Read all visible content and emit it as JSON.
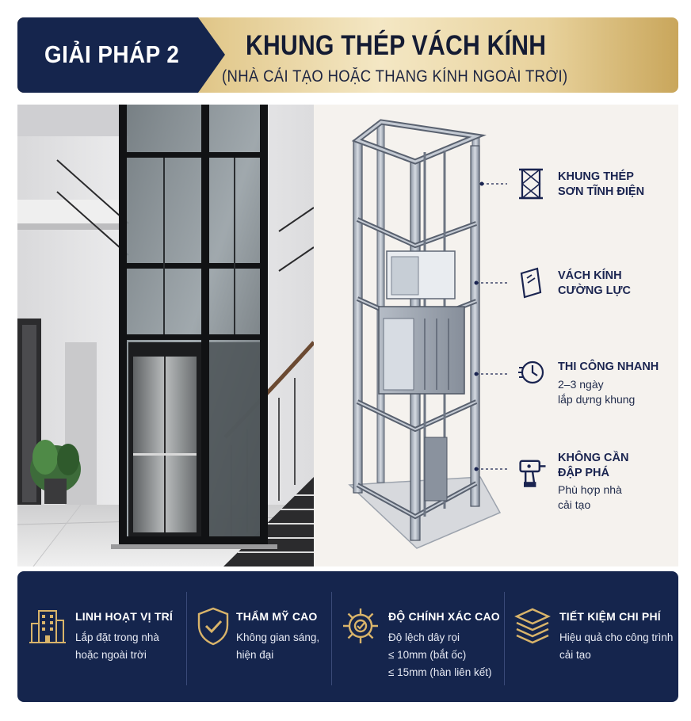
{
  "header": {
    "badge": "GIẢI PHÁP 2",
    "title": "KHUNG THÉP VÁCH KÍNH",
    "subtitle": "(NHÀ CẢI TẠO HOẶC THANG KÍNH NGOÀI TRỜI)",
    "colors": {
      "navy": "#15254d",
      "gold": "#e2c98d"
    }
  },
  "features": [
    {
      "icon": "steel-frame-icon",
      "title": [
        "KHUNG THÉP",
        "SƠN TĨNH ĐIỆN"
      ],
      "desc": []
    },
    {
      "icon": "glass-panel-icon",
      "title": [
        "VÁCH KÍNH",
        "CƯỜNG LỰC"
      ],
      "desc": []
    },
    {
      "icon": "clock-icon",
      "title": [
        "THI CÔNG NHANH"
      ],
      "desc": [
        "2–3 ngày",
        "lắp dựng khung"
      ]
    },
    {
      "icon": "drill-icon",
      "title": [
        "KHÔNG CẦN",
        "ĐẬP PHÁ"
      ],
      "desc": [
        "Phù hợp nhà",
        "cải tạo"
      ]
    }
  ],
  "benefits": [
    {
      "icon": "building-icon",
      "title": "LINH HOẠT VỊ TRÍ",
      "desc": [
        "Lắp đặt trong nhà",
        "hoặc ngoài trời"
      ]
    },
    {
      "icon": "shield-check-icon",
      "title": "THẨM MỸ CAO",
      "desc": [
        "Không gian sáng,",
        "hiện đại"
      ]
    },
    {
      "icon": "gear-icon",
      "title": "ĐỘ CHÍNH XÁC CAO",
      "desc": [
        "Độ lệch dây rọi",
        "≤ 10mm (bắt ốc)",
        "≤ 15mm (hàn liên kết)"
      ]
    },
    {
      "icon": "layers-icon",
      "title": "TIẾT KIỆM CHI PHÍ",
      "desc": [
        "Hiệu quả cho công trình",
        "cải tạo"
      ]
    }
  ]
}
